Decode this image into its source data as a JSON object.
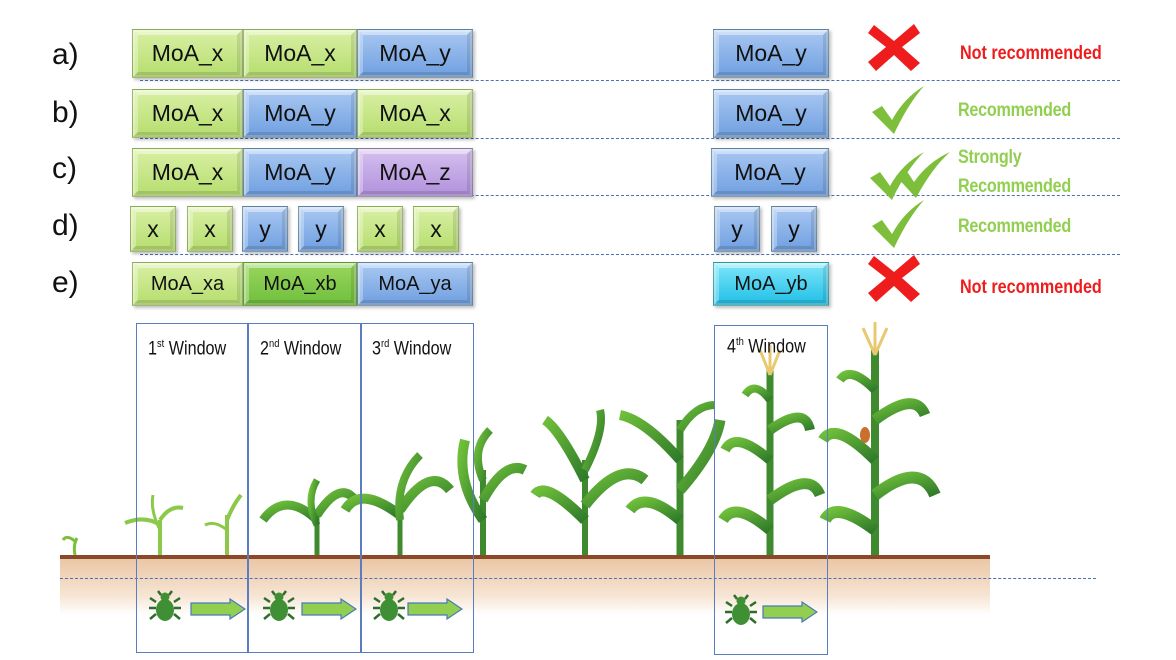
{
  "rows": [
    {
      "label": "a)",
      "boxes": [
        "MoA_x",
        "MoA_x",
        "MoA_y"
      ],
      "late": [
        "MoA_y"
      ],
      "status": "Not recommended",
      "verdict": "cross"
    },
    {
      "label": "b)",
      "boxes": [
        "MoA_x",
        "MoA_y",
        "MoA_x"
      ],
      "late": [
        "MoA_y"
      ],
      "status": "Recommended",
      "verdict": "check"
    },
    {
      "label": "c)",
      "boxes": [
        "MoA_x",
        "MoA_y",
        "MoA_z"
      ],
      "late": [
        "MoA_y"
      ],
      "status_line1": "Strongly",
      "status_line2": "Recommended",
      "verdict": "double-check"
    },
    {
      "label": "d)",
      "boxes": [
        "x",
        "x",
        "y",
        "y",
        "x",
        "x"
      ],
      "late": [
        "y",
        "y"
      ],
      "status": "Recommended",
      "verdict": "check"
    },
    {
      "label": "e)",
      "boxes": [
        "MoA_xa",
        "MoA_xb",
        "MoA_ya"
      ],
      "late": [
        "MoA_yb"
      ],
      "status": "Not recommended",
      "verdict": "cross"
    }
  ],
  "windows": [
    {
      "num": "1",
      "sup": "st",
      "text": " Window"
    },
    {
      "num": "2",
      "sup": "nd",
      "text": " Window"
    },
    {
      "num": "3",
      "sup": "rd",
      "text": " Window"
    },
    {
      "num": "4",
      "sup": "th",
      "text": " Window"
    }
  ],
  "colors": {
    "mode_x": "#c3e584",
    "mode_xb": "#7cc646",
    "mode_y": "#80aae6",
    "mode_yb": "#2dc6ea",
    "mode_z": "#bd9fe3",
    "recommended": "#92cf50",
    "not_recommended": "#ee1c1c",
    "window_border": "#5a7dbd",
    "soil": "#f0d2b4"
  },
  "icons": [
    "cross-icon",
    "check-icon",
    "double-check-icon",
    "insect-icon",
    "arrow-right-icon",
    "corn-plant-icon"
  ]
}
